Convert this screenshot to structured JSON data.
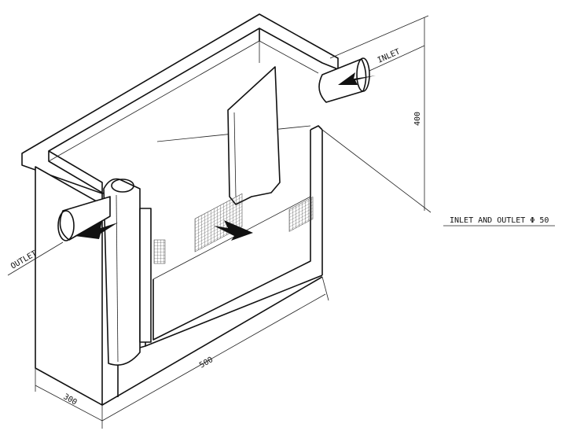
{
  "drawing": {
    "labels": {
      "inlet": "INLET",
      "outlet": "OUTLET",
      "pipe_note": "INLET AND OUTLET Φ 50"
    },
    "dimensions": {
      "height": "400",
      "length": "500",
      "width": "300"
    },
    "colors": {
      "line": "#111111",
      "background": "#ffffff"
    }
  }
}
